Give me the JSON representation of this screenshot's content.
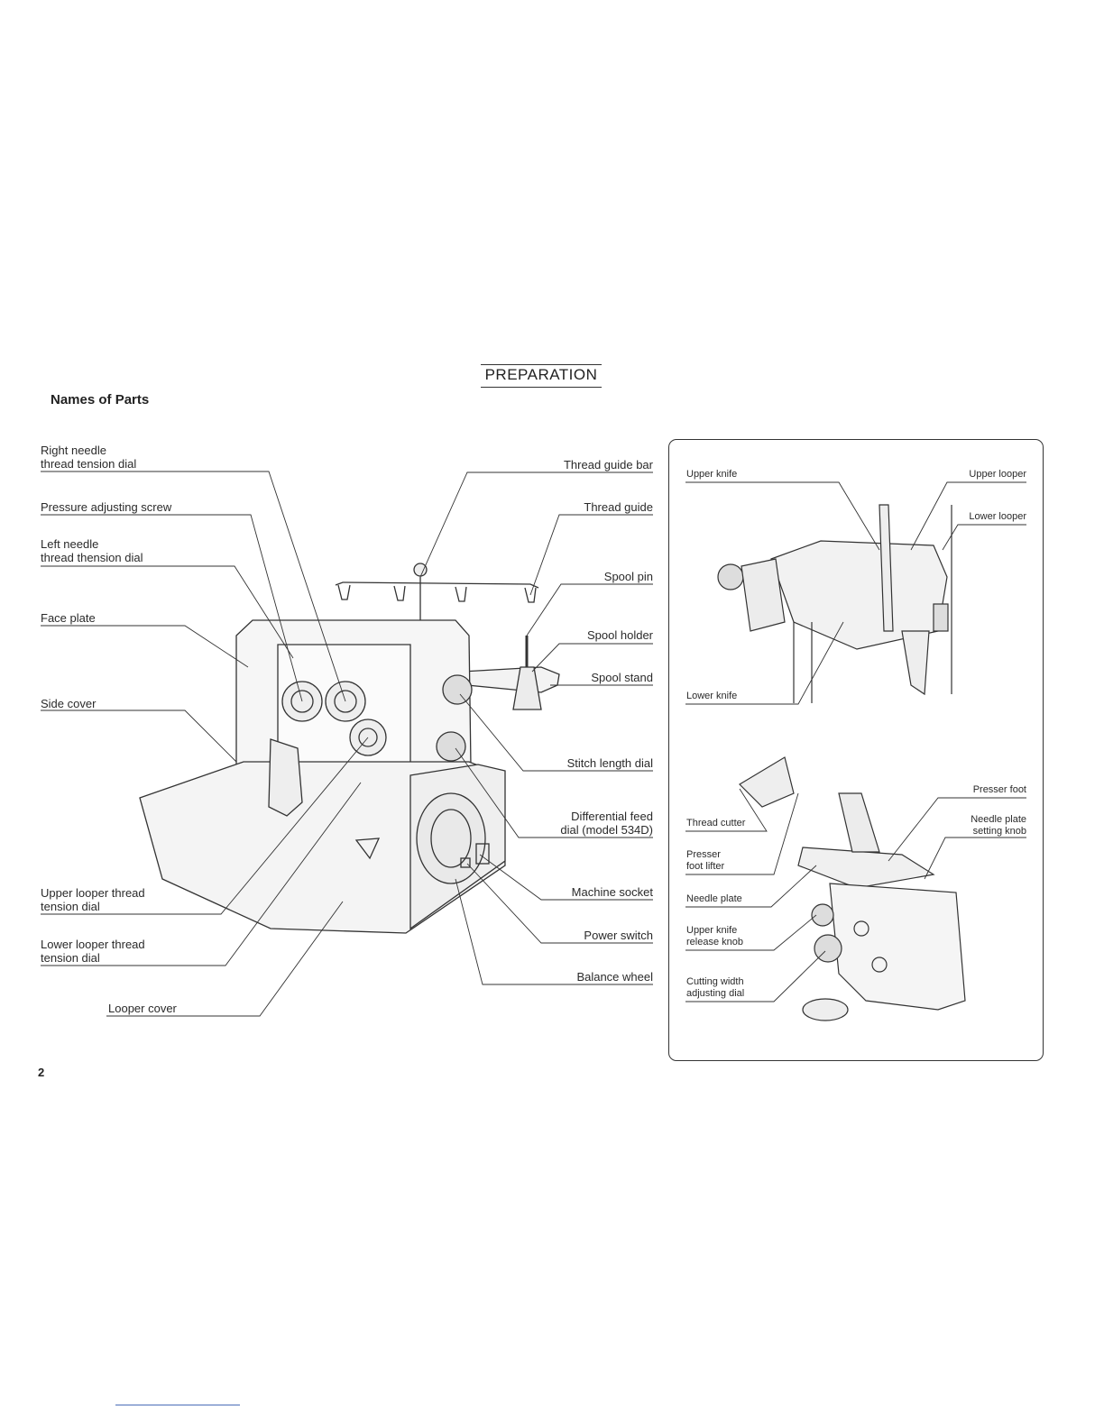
{
  "header": {
    "title": "PREPARATION"
  },
  "section": {
    "title": "Names of Parts"
  },
  "labels_left": {
    "right_needle_1": "Right needle",
    "right_needle_2": "thread tension dial",
    "pressure_screw": "Pressure adjusting screw",
    "left_needle_1": "Left needle",
    "left_needle_2": "thread thension dial",
    "face_plate": "Face plate",
    "side_cover": "Side cover",
    "upper_looper_1": "Upper looper thread",
    "upper_looper_2": "tension dial",
    "lower_looper_1": "Lower looper thread",
    "lower_looper_2": "tension dial",
    "looper_cover": "Looper cover"
  },
  "labels_right": {
    "thread_guide_bar": "Thread guide bar",
    "thread_guide": "Thread guide",
    "spool_pin": "Spool pin",
    "spool_holder": "Spool holder",
    "spool_stand": "Spool stand",
    "stitch_length": "Stitch length dial",
    "diff_feed_1": "Differential feed",
    "diff_feed_2": "dial (model 534D)",
    "machine_socket": "Machine socket",
    "power_switch": "Power switch",
    "balance_wheel": "Balance wheel"
  },
  "inset_top": {
    "upper_knife": "Upper knife",
    "upper_looper": "Upper looper",
    "lower_looper": "Lower looper",
    "lower_knife": "Lower knife"
  },
  "inset_bottom": {
    "presser_foot": "Presser foot",
    "needle_plate_knob_1": "Needle plate",
    "needle_plate_knob_2": "setting knob",
    "thread_cutter": "Thread cutter",
    "presser_lifter_1": "Presser",
    "presser_lifter_2": "foot lifter",
    "needle_plate": "Needle plate",
    "knife_release_1": "Upper knife",
    "knife_release_2": "release knob",
    "cutting_width_1": "Cutting width",
    "cutting_width_2": "adjusting dial"
  },
  "page": {
    "number": "2"
  }
}
